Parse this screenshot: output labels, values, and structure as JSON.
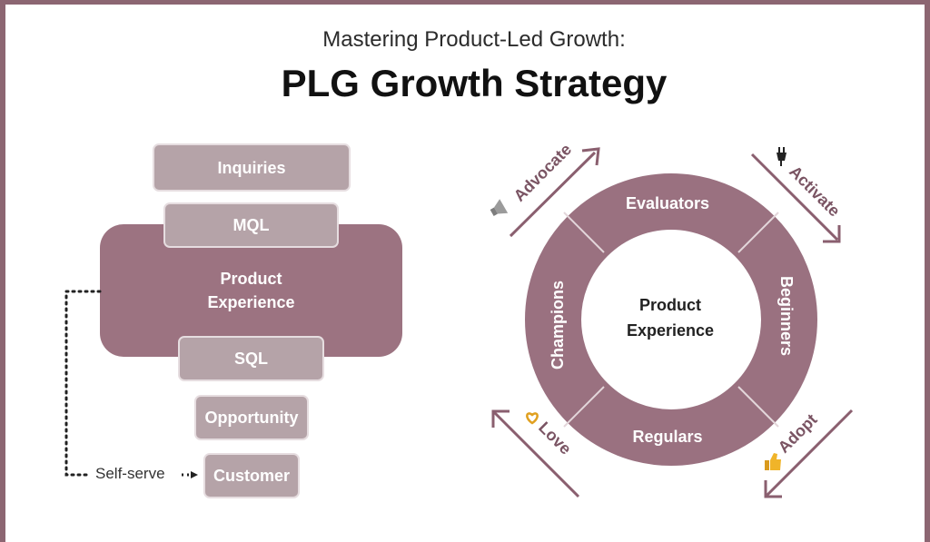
{
  "header": {
    "subtitle": "Mastering Product-Led Growth:",
    "title": "PLG Growth Strategy"
  },
  "funnel": {
    "stages": [
      "Inquiries",
      "MQL",
      "Product Experience",
      "SQL",
      "Opportunity",
      "Customer"
    ],
    "self_serve_label": "Self-serve"
  },
  "cycle": {
    "center": [
      "Product",
      "Experience"
    ],
    "segments": [
      "Evaluators",
      "Beginners",
      "Regulars",
      "Champions"
    ],
    "actions": [
      "Activate",
      "Adopt",
      "Love",
      "Advocate"
    ]
  },
  "colors": {
    "frame": "#8c6672",
    "ring": "#9a7180",
    "box_light": "#b5a3a8",
    "box_dark": "#9c7381",
    "arrow": "#8a5f6f"
  },
  "icons": [
    "plug-icon",
    "thumbs-up-icon",
    "heart-hands-icon",
    "megaphone-icon"
  ]
}
